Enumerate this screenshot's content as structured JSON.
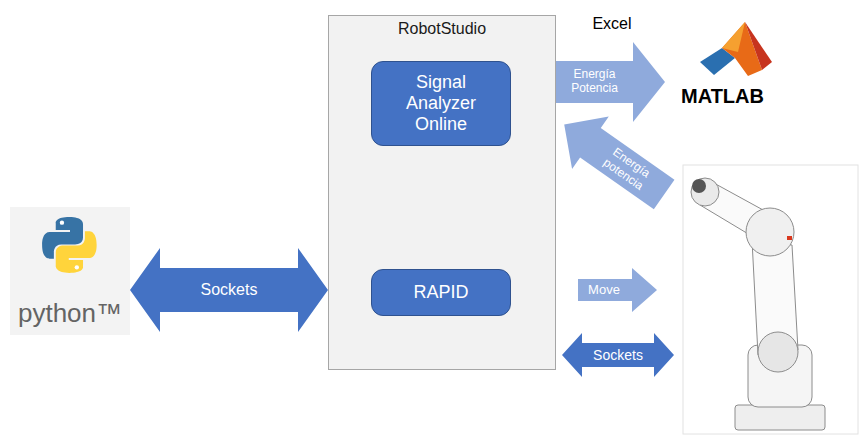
{
  "diagram": {
    "nodes": [
      {
        "text": [
          "python™"
        ]
      },
      {
        "text": [
          "RobotStudio"
        ]
      },
      {
        "text": [
          "Signal Analyzer Online"
        ],
        "in": 1
      },
      {
        "text": [
          "RAPID"
        ],
        "in": 1
      },
      {
        "text": [
          "MATLAB"
        ]
      }
    ],
    "edges": [
      {
        "from": 0,
        "to": 1,
        "label": "Sockets",
        "arrow": "both"
      },
      {
        "from": 2,
        "to": 4,
        "label": "Energía Potencia",
        "arrow": "to"
      }
    ],
    "labels": [
      "Excel",
      "Energía potencia",
      "Move",
      "Sockets"
    ]
  }
}
